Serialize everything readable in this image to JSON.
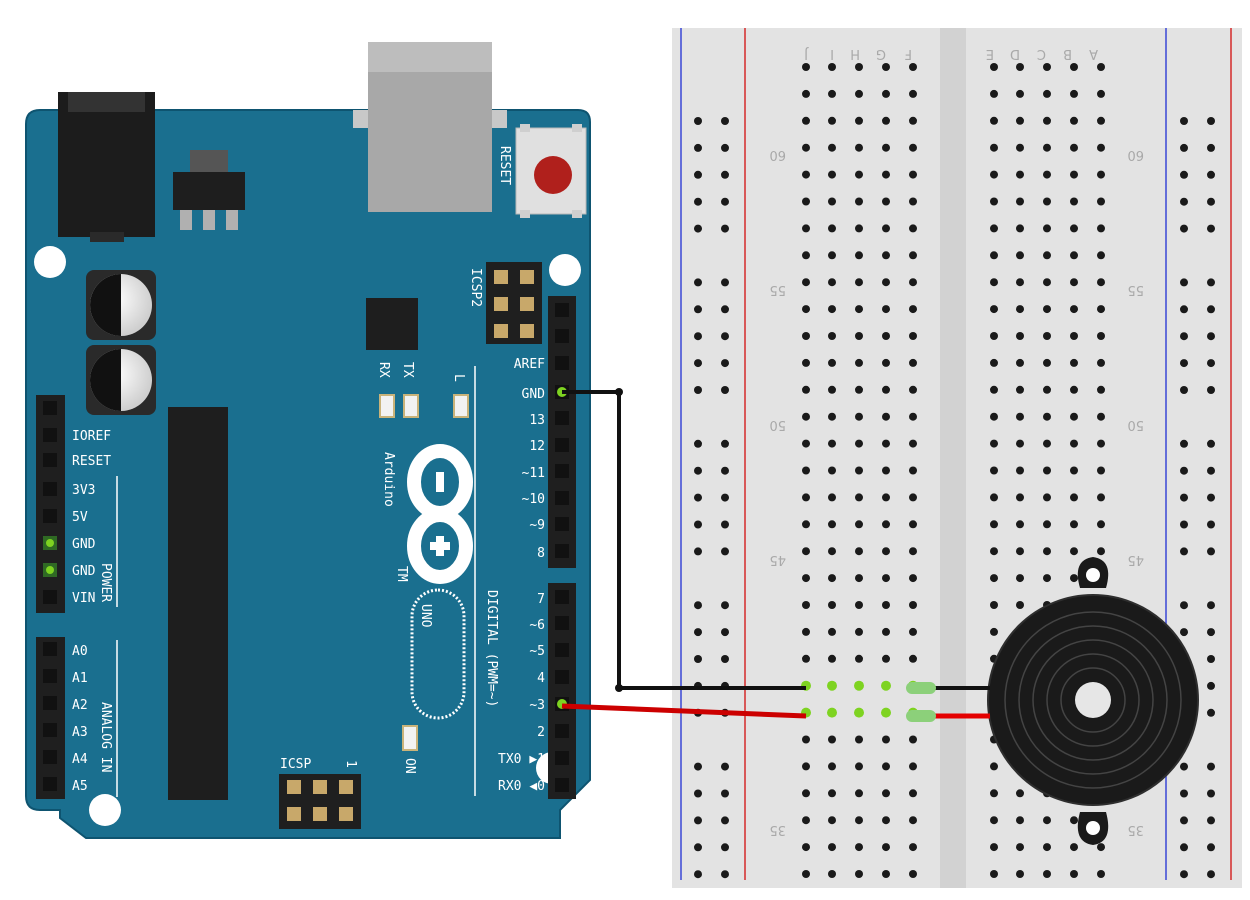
{
  "colors": {
    "board": "#1a6f8f",
    "board_edge": "#0e5470",
    "breadboard": "#e3e3e3",
    "rail_blue": "#3a47d6",
    "rail_red": "#d42a2a",
    "wire_black": "#111111",
    "wire_red": "#cc0000",
    "hole": "#1a1a1a",
    "active_hole": "#7ed321"
  },
  "board": {
    "brand": "Arduino",
    "trademark": "TM",
    "model": "UNO",
    "reset_label": "RESET",
    "icsp2_label": "ICSP2",
    "icsp_label": "ICSP",
    "icsp_pin1": "1",
    "on_label": "ON",
    "led_tx": "TX",
    "led_rx": "RX",
    "led_l": "L",
    "power_group": "POWER",
    "analog_group": "ANALOG IN",
    "digital_group": "DIGITAL (PWM=~)",
    "power_pins": [
      "IOREF",
      "RESET",
      "3V3",
      "5V",
      "GND",
      "GND",
      "VIN"
    ],
    "analog_pins": [
      "A0",
      "A1",
      "A2",
      "A3",
      "A4",
      "A5"
    ],
    "digital_high": [
      "AREF",
      "GND",
      "13",
      "12",
      "~11",
      "~10",
      "~9",
      "8"
    ],
    "digital_low": [
      "7",
      "~6",
      "~5",
      "4",
      "~3",
      "2",
      "TX0 ▶1",
      "RX0 ◀0"
    ]
  },
  "breadboard": {
    "col_letters_left": [
      "J",
      "I",
      "H",
      "G",
      "F"
    ],
    "col_letters_right": [
      "E",
      "D",
      "C",
      "B",
      "A"
    ],
    "row_numbers": [
      "60",
      "55",
      "50",
      "45",
      "35"
    ]
  },
  "component": {
    "name": "piezo-buzzer"
  }
}
